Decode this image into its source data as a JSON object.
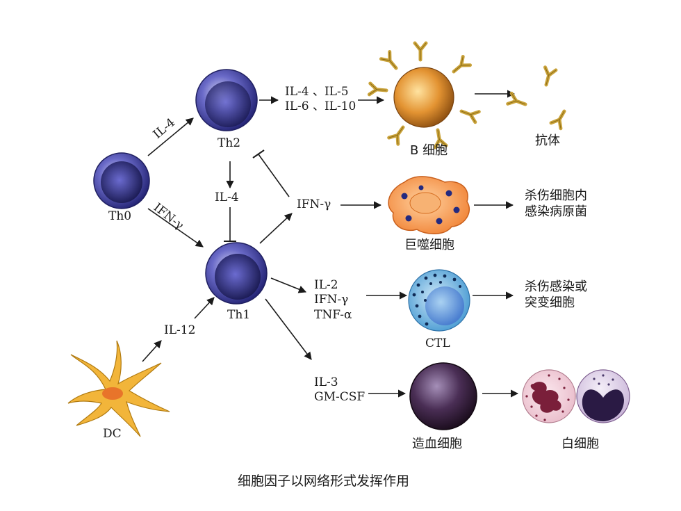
{
  "caption": "细胞因子以网络形式发挥作用",
  "cells": {
    "th0": "Th0",
    "th2": "Th2",
    "th1": "Th1",
    "dc": "DC",
    "b_cell": "B 细胞",
    "antibody": "抗体",
    "macrophage": "巨噬细胞",
    "ctl": "CTL",
    "hematopoietic": "造血细胞",
    "leukocyte": "白细胞"
  },
  "cytokines": {
    "il4_to_th2": "IL-4",
    "ifng_to_th1": "IFN-γ",
    "th2_out": [
      "IL-4 、IL-5",
      "IL-6 、IL-10"
    ],
    "il4_inhibit": "IL-4",
    "ifng_center": "IFN-γ",
    "th1_ctl": [
      "IL-2",
      "IFN-γ",
      "TNF-α"
    ],
    "il12": "IL-12",
    "th1_blood": [
      "IL-3",
      "GM-CSF"
    ]
  },
  "effects": {
    "macrophage": [
      "杀伤细胞内",
      "感染病原菌"
    ],
    "ctl": [
      "杀伤感染或",
      "突变细胞"
    ]
  },
  "colors": {
    "t_cell": "#3a3a9c",
    "b_cell": "#d9862a",
    "antibody": "#c9a23a",
    "macrophage": "#f08a3c",
    "ctl": "#5aa9dc",
    "hematopoietic": "#3a2540",
    "leukocyte": "#7a1f3a",
    "dc": "#f2b53a"
  }
}
